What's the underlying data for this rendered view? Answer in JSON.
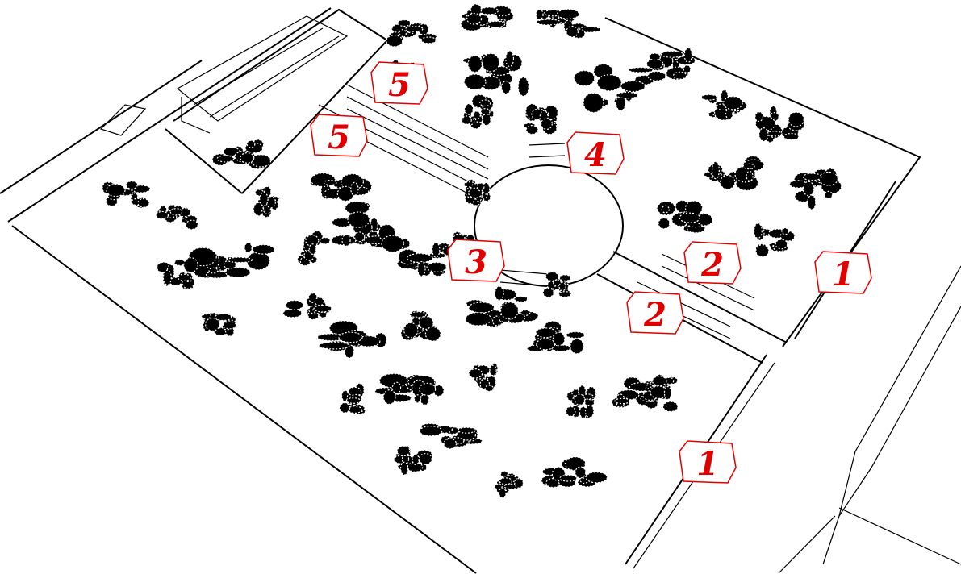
{
  "drawing": {
    "description_labels": [
      "5",
      "5",
      "4",
      "3",
      "2",
      "2",
      "1",
      "1"
    ],
    "label_color": "#e00000",
    "line_color": "#000000"
  }
}
